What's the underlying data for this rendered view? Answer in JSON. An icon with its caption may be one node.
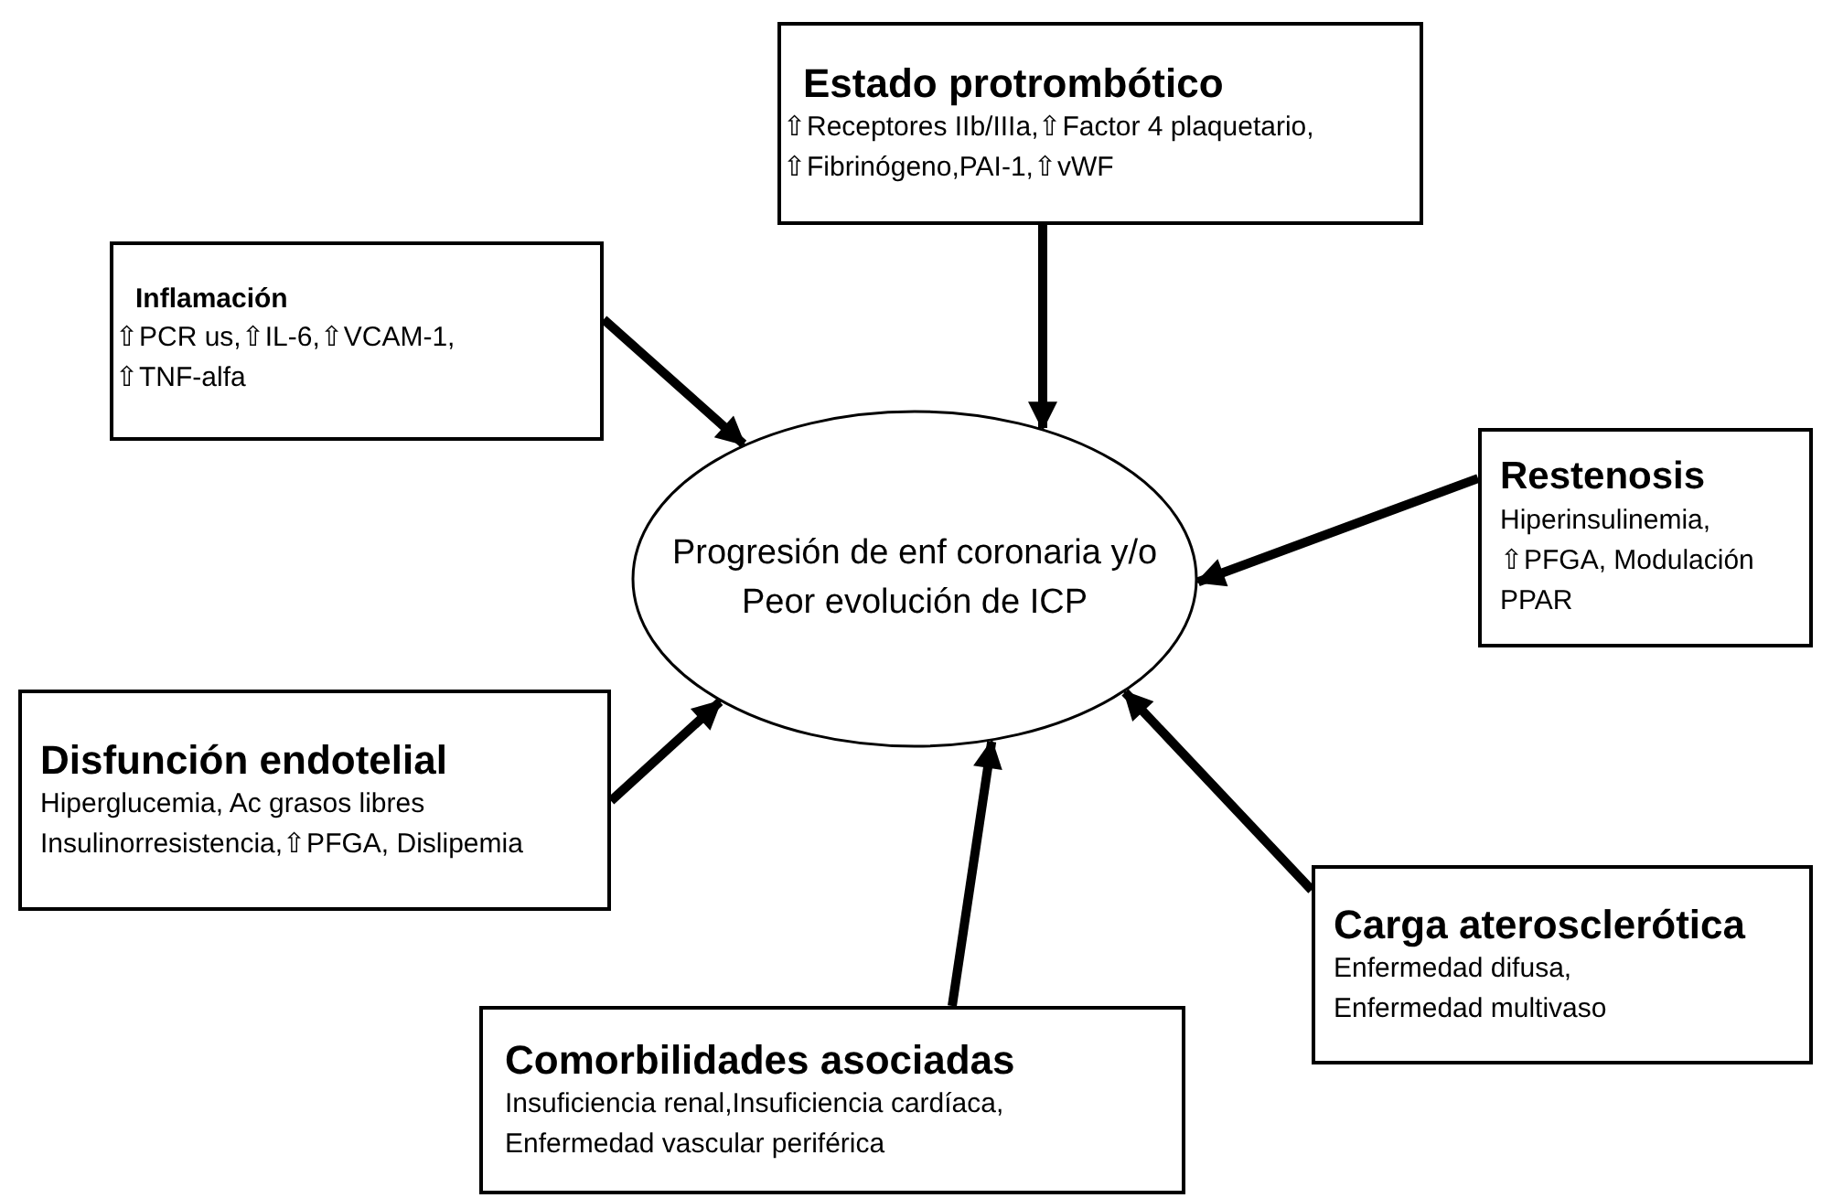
{
  "diagram": {
    "nodes": [
      {
        "text": [
          "Estado protrombótico",
          "⇧Receptores IIb/IIIa,⇧Factor 4 plaquetario, ⇧Fibrinógeno,PAI-1,⇧vWF"
        ]
      },
      {
        "text": [
          "Inflamación",
          "⇧PCR us,⇧IL-6,⇧VCAM-1, ⇧TNF-alfa"
        ]
      },
      {
        "text": [
          "Restenosis",
          "Hiperinsulinemia, ⇧PFGA, Modulación PPAR"
        ]
      },
      {
        "text": [
          "Progresión de enf coronaria y/o Peor evolución de ICP"
        ]
      },
      {
        "text": [
          "Disfunción endotelial",
          "Hiperglucemia, Ac grasos libres Insulinorresistencia,⇧PFGA, Dislipemia"
        ]
      },
      {
        "text": [
          "Carga aterosclerótica",
          "Enfermedad difusa, Enfermedad multivaso"
        ]
      },
      {
        "text": [
          "Comorbilidades asociadas",
          "Insuficiencia renal,Insuficiencia cardíaca, Enfermedad vascular periférica"
        ]
      }
    ],
    "edges": [
      {
        "from": 0,
        "to": 3,
        "arrow": "to"
      },
      {
        "from": 1,
        "to": 3,
        "arrow": "to"
      },
      {
        "from": 2,
        "to": 3,
        "arrow": "to"
      },
      {
        "from": 4,
        "to": 3,
        "arrow": "to"
      },
      {
        "from": 5,
        "to": 3,
        "arrow": "to"
      },
      {
        "from": 6,
        "to": 3,
        "arrow": "to"
      }
    ]
  }
}
